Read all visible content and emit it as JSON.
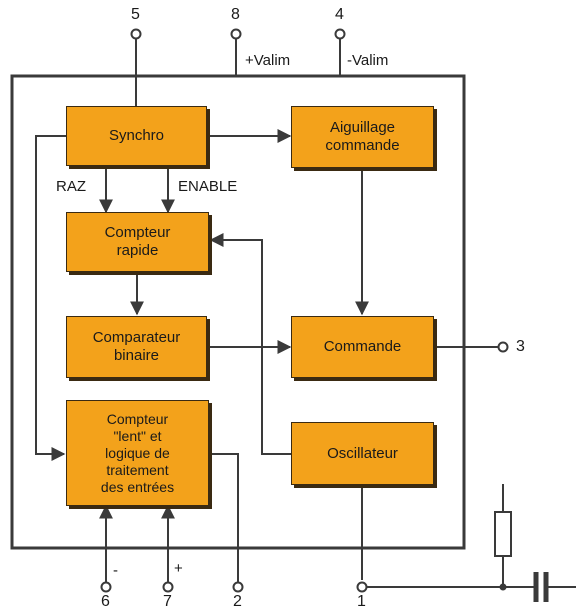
{
  "blocks": {
    "synchro": "Synchro",
    "aiguillage": "Aiguillage\ncommande",
    "compteur_rapide": "Compteur\nrapide",
    "comparateur": "Comparateur\nbinaire",
    "commande": "Commande",
    "compteur_lent": "Compteur\n\"lent\" et\nlogique de\ntraitement\ndes entrées",
    "oscillateur": "Oscillateur"
  },
  "signals": {
    "raz": "RAZ",
    "enable": "ENABLE",
    "plus_valim": "+Valim",
    "minus_valim": "-Valim",
    "minus_input": "-",
    "plus_input": "+"
  },
  "pins": {
    "p5": "5",
    "p8": "8",
    "p4": "4",
    "p3": "3",
    "p6": "6",
    "p7": "7",
    "p2": "2",
    "p1": "1"
  },
  "colors": {
    "block_fill": "#f3a21b",
    "line": "#3a3a3a"
  }
}
